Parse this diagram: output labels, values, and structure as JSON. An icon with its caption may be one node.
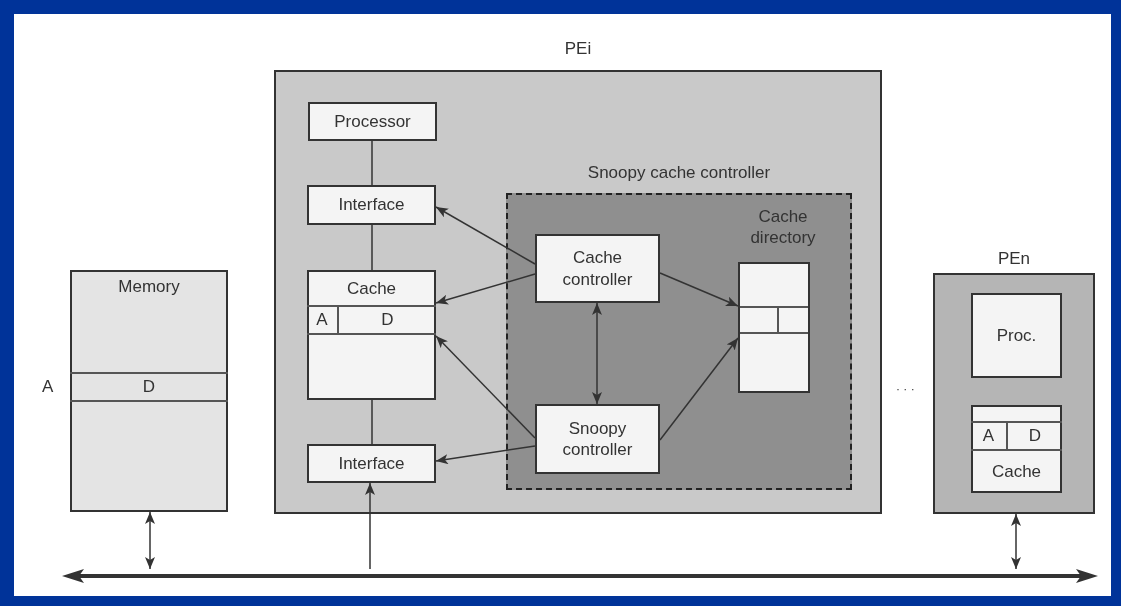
{
  "diagram": {
    "nodes": [
      {
        "text": [
          "Memory",
          "D"
        ],
        "beside": [
          "A"
        ]
      },
      {
        "text": [
          "PEi"
        ]
      },
      {
        "text": [
          "Processor"
        ],
        "in": 1
      },
      {
        "text": [
          "Interface"
        ],
        "in": 1
      },
      {
        "text": [
          "Cache",
          "A",
          "D"
        ],
        "in": 1
      },
      {
        "text": [
          "Interface"
        ],
        "in": 1
      },
      {
        "text": [
          "Snoopy cache controller"
        ],
        "in": 1
      },
      {
        "text": [
          "Cache controller"
        ],
        "in": 6
      },
      {
        "text": [
          "Cache directory"
        ],
        "in": 6
      },
      {
        "text": [
          "Snoopy controller"
        ],
        "in": 6
      },
      {
        "text": [
          "PEn"
        ]
      },
      {
        "text": [
          "Proc."
        ],
        "in": 10
      },
      {
        "text": [
          "A",
          "D",
          "Cache"
        ],
        "in": 10
      },
      {
        "text": [],
        "shape": "bar"
      }
    ],
    "edges": [
      {
        "from": 2,
        "to": 3,
        "arrow": "none"
      },
      {
        "from": 3,
        "to": 4,
        "arrow": "none"
      },
      {
        "from": 4,
        "to": 5,
        "arrow": "none"
      },
      {
        "from": 13,
        "to": 5,
        "arrow": "to"
      },
      {
        "from": 0,
        "to": 13,
        "arrow": "both"
      },
      {
        "from": 10,
        "to": 13,
        "arrow": "both"
      },
      {
        "from": 7,
        "to": 3,
        "arrow": "to"
      },
      {
        "from": 7,
        "to": 4,
        "arrow": "to"
      },
      {
        "from": 7,
        "to": 8,
        "arrow": "to"
      },
      {
        "from": 7,
        "to": 9,
        "arrow": "both"
      },
      {
        "from": 9,
        "to": 4,
        "arrow": "to"
      },
      {
        "from": 9,
        "to": 5,
        "arrow": "to"
      },
      {
        "from": 9,
        "to": 8,
        "arrow": "to"
      }
    ],
    "labels": [
      "· · ·"
    ]
  }
}
